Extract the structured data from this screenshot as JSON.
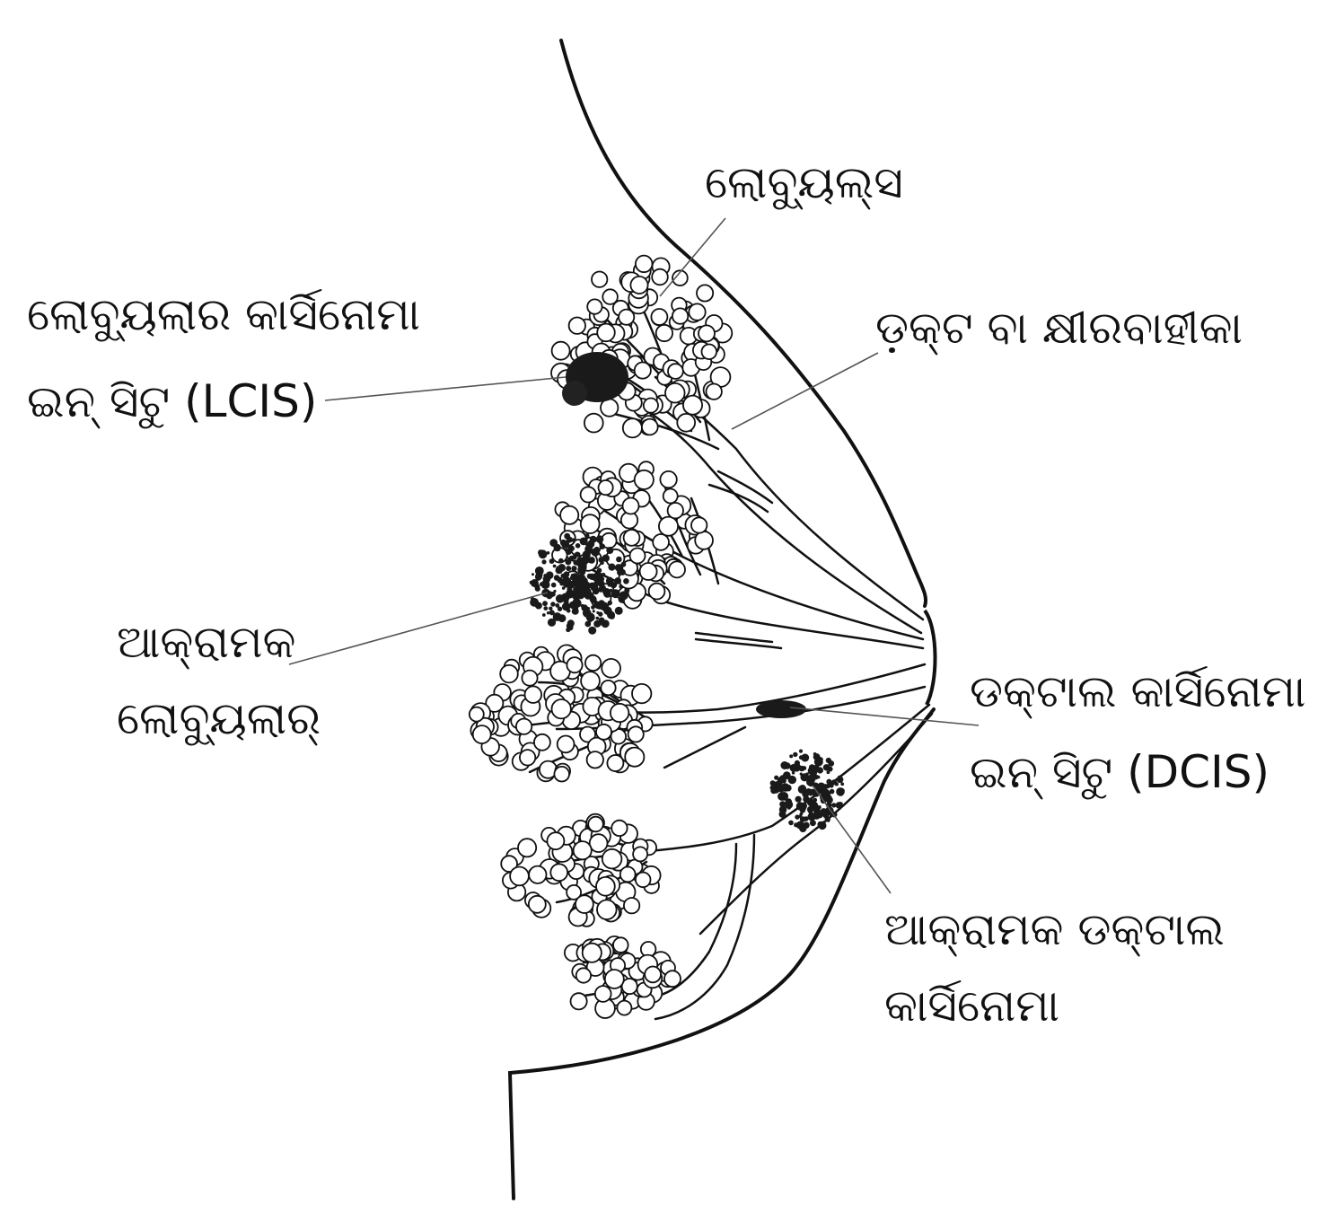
{
  "labels": {
    "lobules": "ଲୋବ୍ୟୁଲ୍ସ",
    "lcis_line1": "ଲୋବ୍ୟୁଲାର କାର୍ସିନୋମା",
    "lcis_line2": "ଇନ୍ ସିଟୁ (LCIS)",
    "duct": "ଡ଼କ୍ଟ ବା କ୍ଷୀରବାହୀକା",
    "invasive_lobular_line1": "ଆକ୍ରାମକ",
    "invasive_lobular_line2": "ଲୋବ୍ୟୁଲାର୍",
    "dcis_line1": "ଡକ୍ଟାଲ କାର୍ସିନୋମା",
    "dcis_line2": "ଇନ୍ ସିଟୁ (DCIS)",
    "invasive_ductal_line1": "ଆକ୍ରାମକ ଡକ୍ଟାଲ",
    "invasive_ductal_line2": "କାର୍ସିନୋମା"
  },
  "colors": {
    "ink": "#111111",
    "leader": "#555555",
    "tumor": "#1a1a1a"
  }
}
